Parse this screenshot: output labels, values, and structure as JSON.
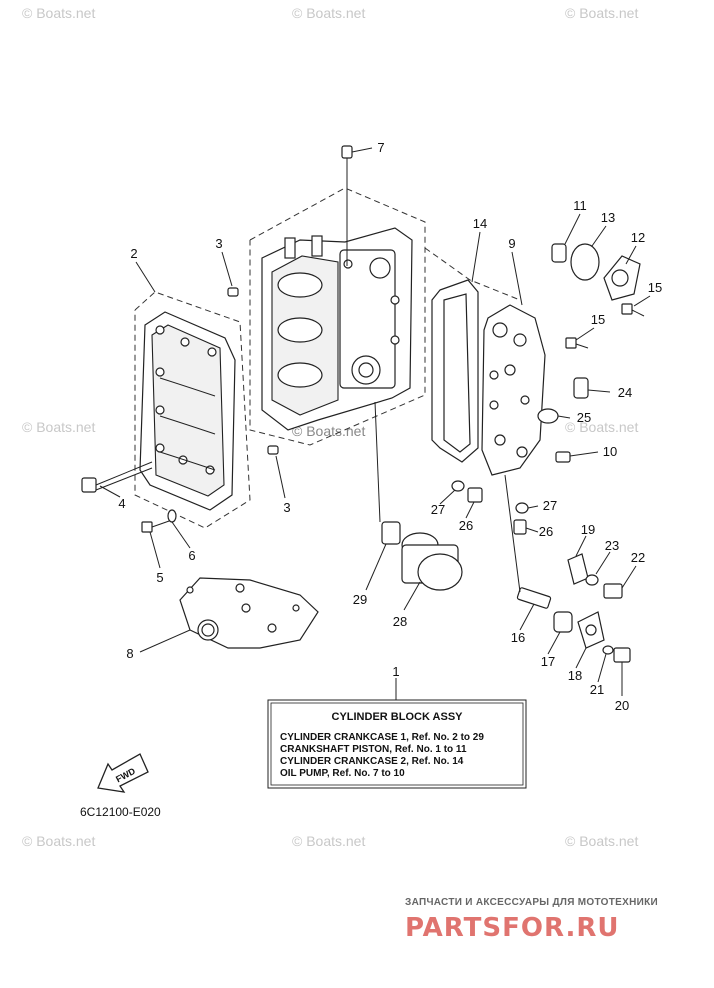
{
  "watermarks": [
    "© Boats.net",
    "© Boats.net",
    "© Boats.net",
    "© Boats.net",
    "© Boats.net",
    "© Boats.net",
    "© Boats.net",
    "© Boats.net",
    "© Boats.net"
  ],
  "callouts": [
    "1",
    "2",
    "3",
    "3",
    "4",
    "5",
    "6",
    "7",
    "8",
    "9",
    "10",
    "11",
    "12",
    "13",
    "14",
    "15",
    "15",
    "16",
    "17",
    "18",
    "19",
    "20",
    "21",
    "22",
    "23",
    "24",
    "25",
    "26",
    "26",
    "27",
    "27",
    "28",
    "29"
  ],
  "legend_box": {
    "title": "CYLINDER BLOCK ASSY",
    "lines": [
      "CYLINDER CRANKCASE 1,  Ref. No. 2 to 29",
      "CRANKSHAFT PISTON,  Ref. No. 1 to 11",
      "CYLINDER CRANKCASE 2,  Ref. No. 14",
      "OIL PUMP,  Ref. No. 7 to 10"
    ]
  },
  "fwd_label": "FWD",
  "diagram_code": "6C12100-E020",
  "brand": {
    "tagline": "ЗАПЧАСТИ И АКСЕССУАРЫ ДЛЯ МОТОТЕХНИКИ",
    "name": "PARTSFOR.RU"
  }
}
